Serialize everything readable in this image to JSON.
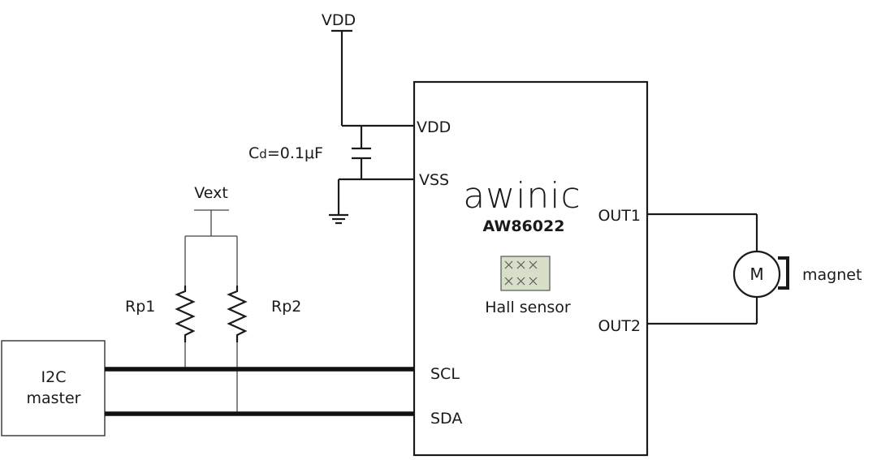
{
  "supply": {
    "vdd_label": "VDD",
    "vext_label": "Vext"
  },
  "capacitor": {
    "prefix": "C",
    "subscript": "d",
    "value": "=0.1μF"
  },
  "resistors": [
    {
      "label": "Rp1"
    },
    {
      "label": "Rp2"
    }
  ],
  "master": {
    "line1": "I2C",
    "line2": "master"
  },
  "chip": {
    "brand": "awinic",
    "part": "AW86022",
    "hall_label": "Hall sensor",
    "pins": {
      "vdd": "VDD",
      "vss": "VSS",
      "scl": "SCL",
      "sda": "SDA",
      "out1": "OUT1",
      "out2": "OUT2"
    }
  },
  "motor": {
    "symbol": "M",
    "magnet_label": "magnet"
  },
  "colors": {
    "brand_teal": "#7cc9c2",
    "hall_fill": "#d8dfc8",
    "line": "#1a1a1a"
  }
}
